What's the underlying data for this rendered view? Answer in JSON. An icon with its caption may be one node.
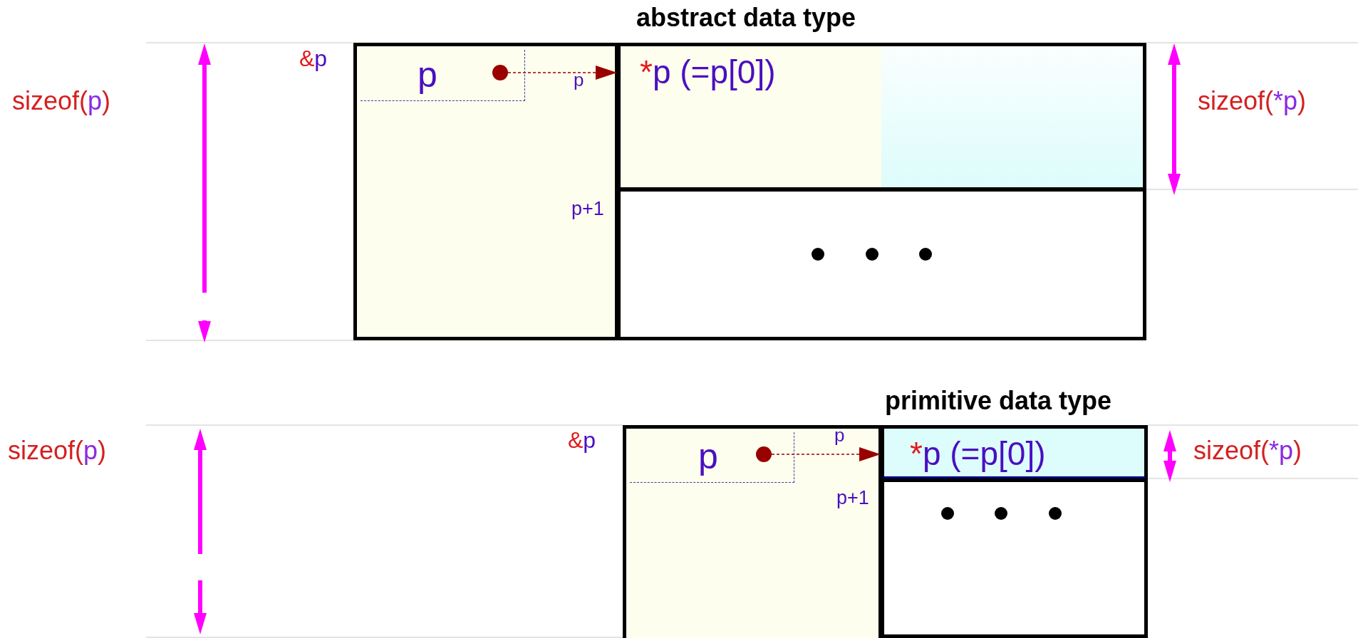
{
  "diagram": {
    "nodes": [
      {
        "text": [],
        "shape": "box"
      },
      {
        "text": [
          "p"
        ],
        "in": 0,
        "beside": [
          "&p"
        ]
      },
      {
        "text": [],
        "shape": "circle",
        "in": 1
      },
      {
        "text": [
          "*p (=p[0])"
        ],
        "beside": [
          "abstract data type"
        ]
      },
      {
        "text": [],
        "shape": "box",
        "beside": [
          "p+1"
        ]
      },
      {
        "text": [],
        "shape": "box"
      },
      {
        "text": [
          "p"
        ],
        "in": 5,
        "beside": [
          "&p"
        ]
      },
      {
        "text": [],
        "shape": "circle",
        "in": 6
      },
      {
        "text": [
          "*p (=p[0])"
        ],
        "beside": [
          "primitive data type"
        ]
      },
      {
        "text": [],
        "shape": "box",
        "beside": [
          "p+1"
        ]
      }
    ],
    "edges": [
      {
        "from": 2,
        "to": 3,
        "arrow": "to",
        "label": "p",
        "style": "dashed",
        "color": "#990000"
      },
      {
        "from": 7,
        "to": 8,
        "arrow": "to",
        "label": "p",
        "style": "dashed",
        "color": "#990000"
      }
    ],
    "labels": [
      "sizeof(p)",
      "sizeof(*p)",
      "sizeof(p)",
      "sizeof(*p)"
    ]
  }
}
